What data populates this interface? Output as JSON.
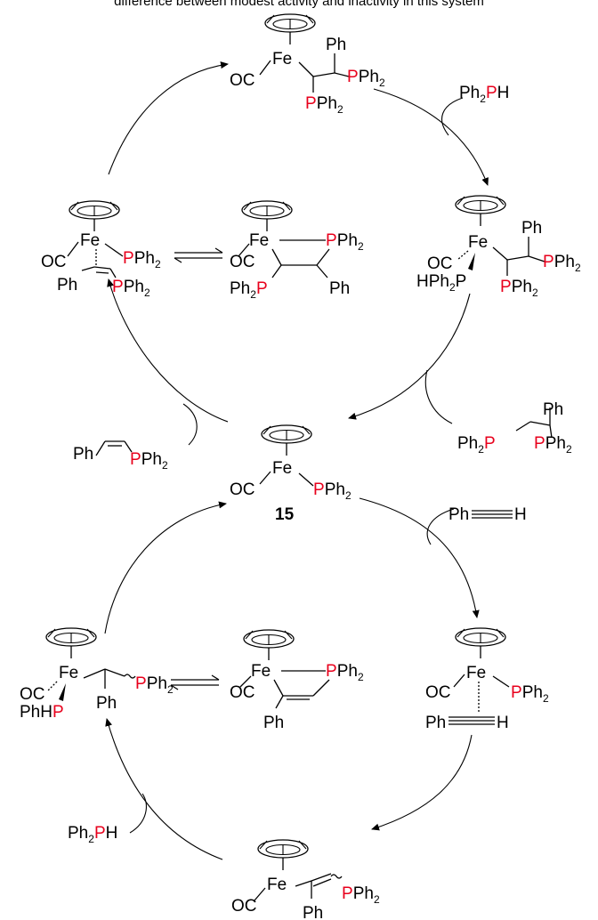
{
  "caption": "difference between modest activity and inactivity in this system",
  "colors": {
    "phosphorus": "#e8001c",
    "ink": "#000000"
  },
  "atoms": {
    "fe": "Fe",
    "co": "OC",
    "p": "P",
    "ph": "Ph",
    "h": "H",
    "hph": "HPh",
    "phh": "PhH",
    "ph2": "Ph",
    "two": "2"
  },
  "compound_label": "15"
}
